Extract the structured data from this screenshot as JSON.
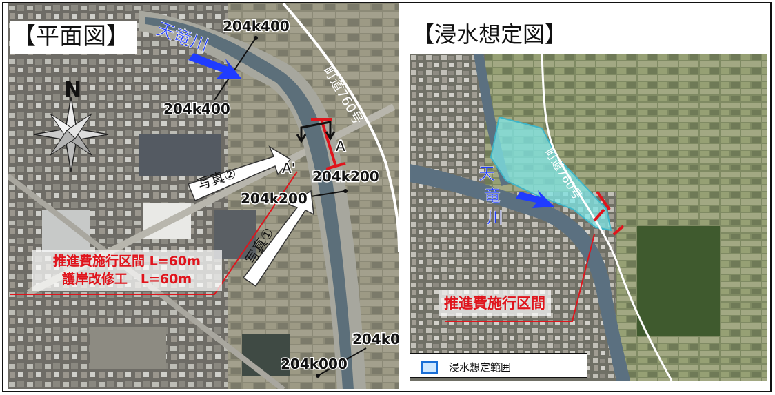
{
  "left_panel": {
    "title": "【平面図】",
    "river_name": "天竜川",
    "road_name": "町道760号",
    "north_letter": "N",
    "km_posts": [
      "204k400",
      "204k400",
      "204k200",
      "204k200",
      "204k000",
      "204k0"
    ],
    "section_marks": [
      "A",
      "A'"
    ],
    "photos": [
      "写真②",
      "写真①"
    ],
    "note_lines": [
      "推進費施行区間 L=60m",
      "護岸改修工　L=60m"
    ]
  },
  "right_panel": {
    "title": "【浸水想定図】",
    "road_name": "町道760号",
    "river_name_chars": [
      "天",
      "竜",
      "川"
    ],
    "note": "推進費施行区間",
    "legend_label": "浸水想定範囲"
  },
  "colors": {
    "accent_red": "#e0141c",
    "river_blue": "#1f3cff",
    "flood_cyan": "#7fe7e7",
    "legend_border": "#1a6fd6"
  },
  "icons": {
    "compass": "compass-rose-icon",
    "flow_arrow": "flow-arrow-icon"
  }
}
